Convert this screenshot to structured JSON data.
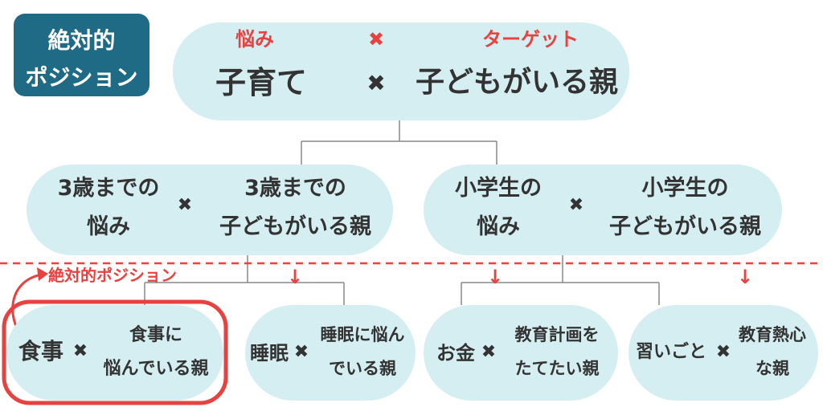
{
  "badge": {
    "line1": "絶対的",
    "line2": "ポジション"
  },
  "top": {
    "worry_label": "悩み",
    "cross": "✖",
    "target_label": "ターゲット",
    "worry": "子育て",
    "target": "子どもがいる親"
  },
  "mid_left": {
    "worry_1": "3歳までの",
    "worry_2": "悩み",
    "cross": "✖",
    "target_1": "3歳までの",
    "target_2": "子どもがいる親"
  },
  "mid_right": {
    "worry_1": "小学生の",
    "worry_2": "悩み",
    "cross": "✖",
    "target_1": "小学生の",
    "target_2": "子どもがいる親"
  },
  "arrow_label": "絶対的ポジション",
  "down_arrow": "↓",
  "bottom": [
    {
      "worry": "食事",
      "cross": "✖",
      "target_1": "食事に",
      "target_2": "悩んでいる親"
    },
    {
      "worry": "睡眠",
      "cross": "✖",
      "target_1": "睡眠に悩ん",
      "target_2": "でいる親"
    },
    {
      "worry": "お金",
      "cross": "✖",
      "target_1": "教育計画を",
      "target_2": "たてたい親"
    },
    {
      "worry": "習いごと",
      "cross": "✖",
      "target_1": "教育熱心",
      "target_2": "な親"
    }
  ],
  "colors": {
    "pill": "#d5eef1",
    "badge": "#1f6b86",
    "accent_red": "#e8413f",
    "text": "#333333"
  }
}
